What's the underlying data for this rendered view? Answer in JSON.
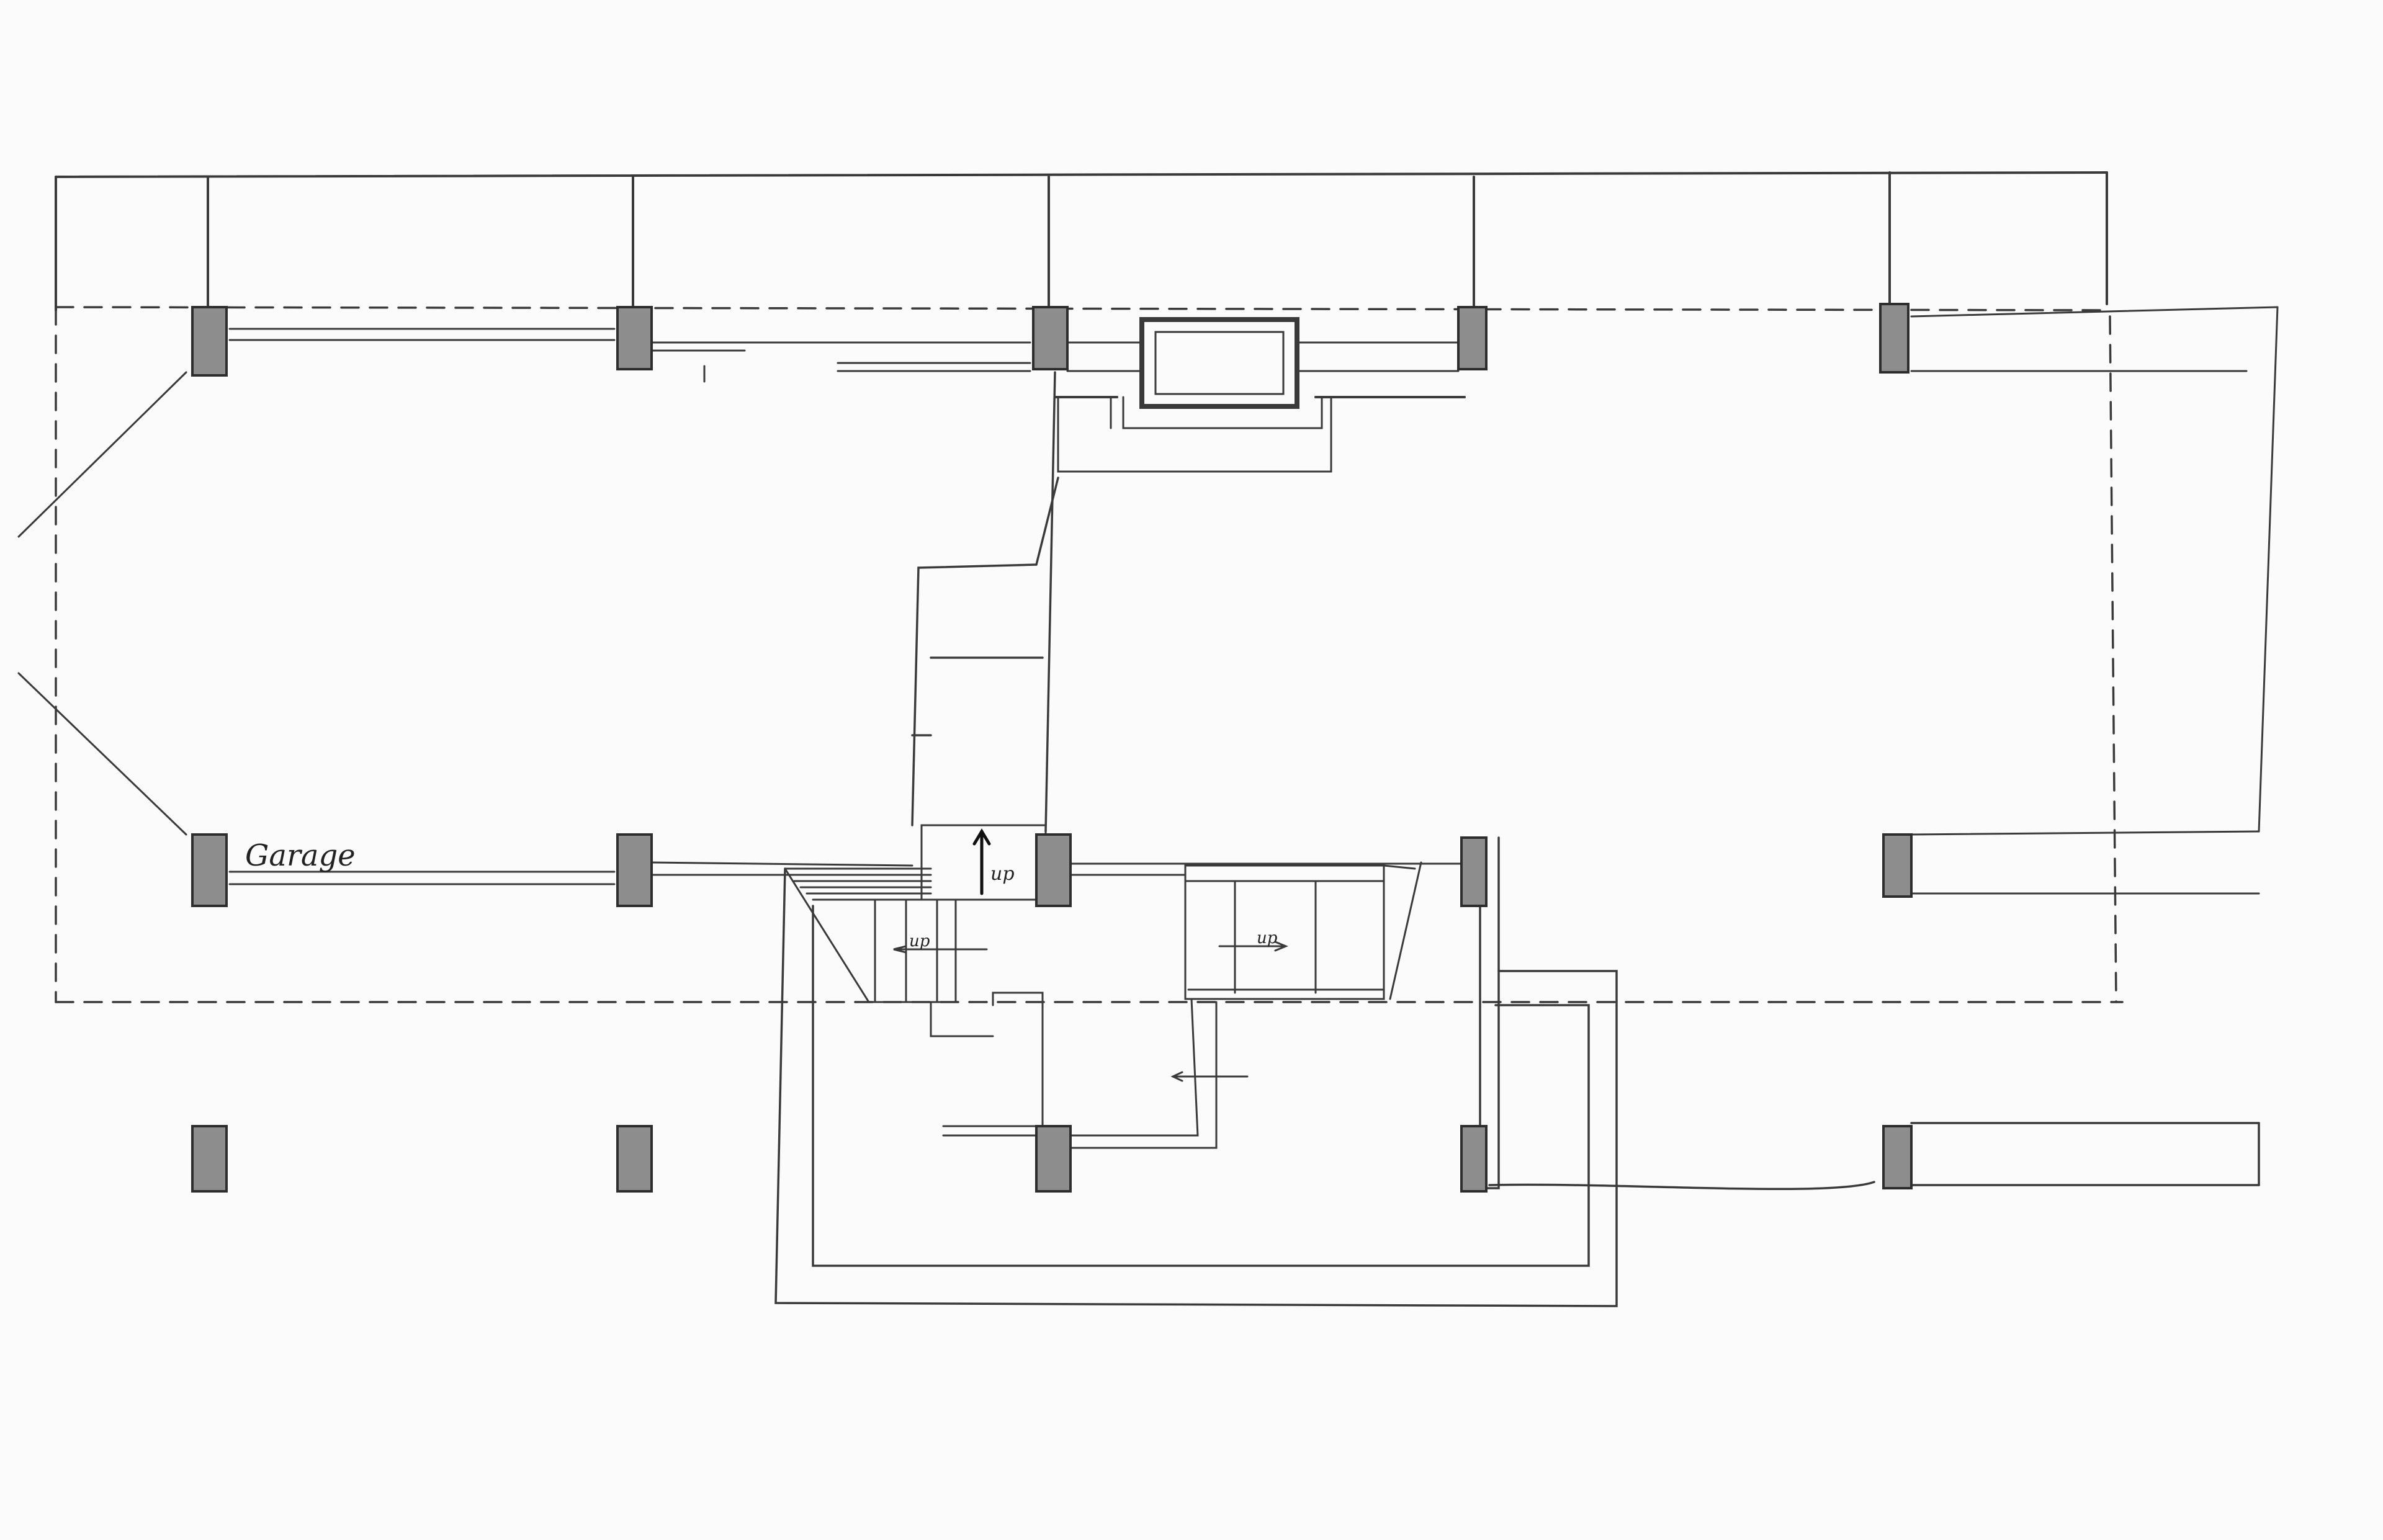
{
  "drawing": {
    "labels": {
      "garage": "Garage",
      "stair_up_1": "up",
      "stair_up_2": "up",
      "stair_up_3": "up"
    },
    "ink_color": "#3a3a3a",
    "column_fill": "#8d8d8d",
    "paper_color": "#fbfbfb"
  }
}
